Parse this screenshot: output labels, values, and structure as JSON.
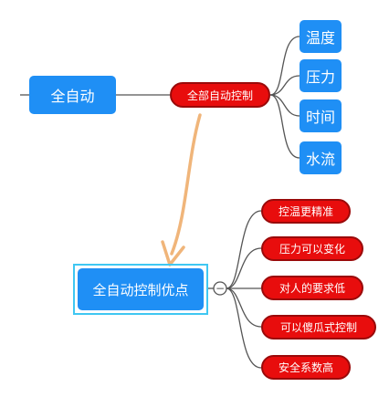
{
  "central": {
    "label": "全自动"
  },
  "main_branch": {
    "label": "全部自动控制"
  },
  "main_children": [
    "温度",
    "压力",
    "时间",
    "水流"
  ],
  "advantages": {
    "title": "全自动控制优点",
    "collapse_symbol": "−",
    "items": [
      "控温更精准",
      "压力可以变化",
      "对人的要求低",
      "可以傻瓜式控制",
      "安全系数高"
    ]
  },
  "colors": {
    "blue": "#1f8ff5",
    "red": "#e80d0d",
    "red_border": "#9a0a0a",
    "line": "#555555",
    "arrow": "#f0b57a",
    "highlight": "#3fc7f2"
  }
}
